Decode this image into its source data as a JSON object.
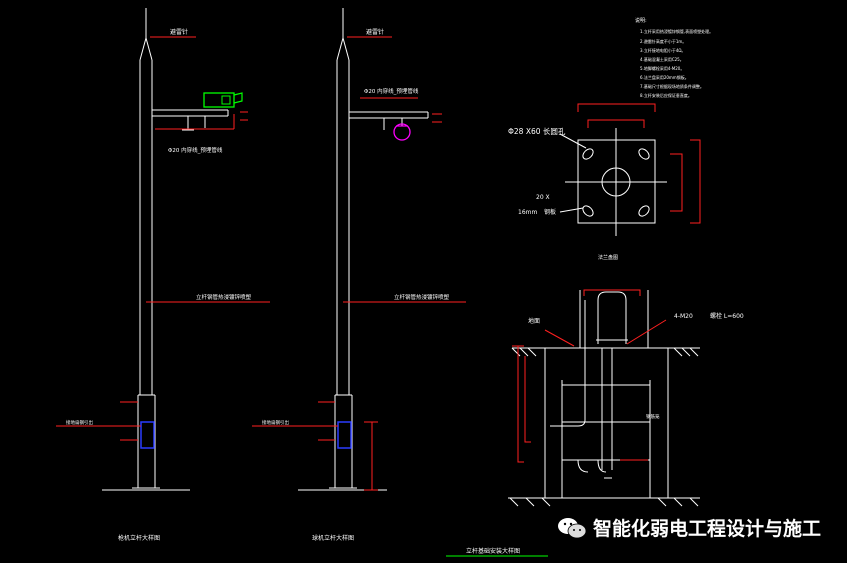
{
  "labels": {
    "lightning_rod_1": "避雷针",
    "lightning_rod_2": "避雷针",
    "pipe_note_1": "Φ20 内穿线_预埋管线",
    "pipe_note_2": "Φ20 内穿线_预埋管线",
    "pole_note_1": "立杆钢管热浸镀锌喷塑",
    "pole_note_2": "立杆钢管热浸镀锌喷塑",
    "base_hole": "Φ28 X60 长圆孔",
    "plate_thk_a": "20 X",
    "plate_thk_b": "16mm",
    "plate_thk_c": "钢板",
    "flange_title": "法兰盘图",
    "ground": "地面",
    "bolt": "4-M20",
    "bolt_b": "螺栓 L=600",
    "rebar": "钢筋笼",
    "view1_title": "枪机立杆大样图",
    "view2_title": "球机立杆大样图",
    "foundation_title": "立杆基础安装大样图",
    "notes_title": "说明:",
    "left_box_note_1": "接地扁钢引出",
    "left_box_note_2": "接地扁钢引出"
  },
  "notes": [
    "1.立杆采用热浸镀锌钢管,表面喷塑处理。",
    "2.避雷针高度不小于1m。",
    "3.立杆接地电阻小于4Ω。",
    "4.基础混凝土采用C25。",
    "5.地脚螺栓采用4-M20。",
    "6.法兰盘采用20mm钢板。",
    "7.基础尺寸根据现场地质条件调整。",
    "8.立杆安装后应保证垂直度。"
  ],
  "watermark": {
    "text": "智能化弱电工程设计与施工",
    "icon": "wechat-icon"
  },
  "colors": {
    "background": "#000000",
    "line": "#ffffff",
    "dim": "#ff2020",
    "camera": "#00ff00",
    "dome": "#ff00ff",
    "box": "#2a3cff",
    "title_line": "#00ff00"
  }
}
